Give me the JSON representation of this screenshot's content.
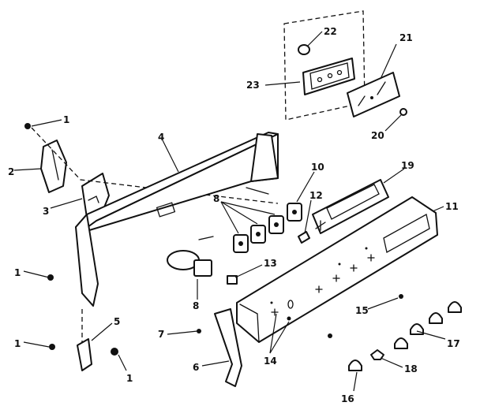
{
  "diagram": {
    "callouts": [
      {
        "id": "c1a",
        "text": "1"
      },
      {
        "id": "c2",
        "text": "2"
      },
      {
        "id": "c3",
        "text": "3"
      },
      {
        "id": "c4",
        "text": "4"
      },
      {
        "id": "c1b",
        "text": "1"
      },
      {
        "id": "c1c",
        "text": "1"
      },
      {
        "id": "c5",
        "text": "5"
      },
      {
        "id": "c1d",
        "text": "1"
      },
      {
        "id": "c6",
        "text": "6"
      },
      {
        "id": "c7",
        "text": "7"
      },
      {
        "id": "c8a",
        "text": "8"
      },
      {
        "id": "c8b",
        "text": "8"
      },
      {
        "id": "c10",
        "text": "10"
      },
      {
        "id": "c12",
        "text": "12"
      },
      {
        "id": "c13",
        "text": "13"
      },
      {
        "id": "c14",
        "text": "14"
      },
      {
        "id": "c15",
        "text": "15"
      },
      {
        "id": "c16",
        "text": "16"
      },
      {
        "id": "c17",
        "text": "17"
      },
      {
        "id": "c18",
        "text": "18"
      },
      {
        "id": "c19",
        "text": "19"
      },
      {
        "id": "c11",
        "text": "11"
      },
      {
        "id": "c20",
        "text": "20"
      },
      {
        "id": "c21",
        "text": "21"
      },
      {
        "id": "c22",
        "text": "22"
      },
      {
        "id": "c23",
        "text": "23"
      }
    ]
  }
}
